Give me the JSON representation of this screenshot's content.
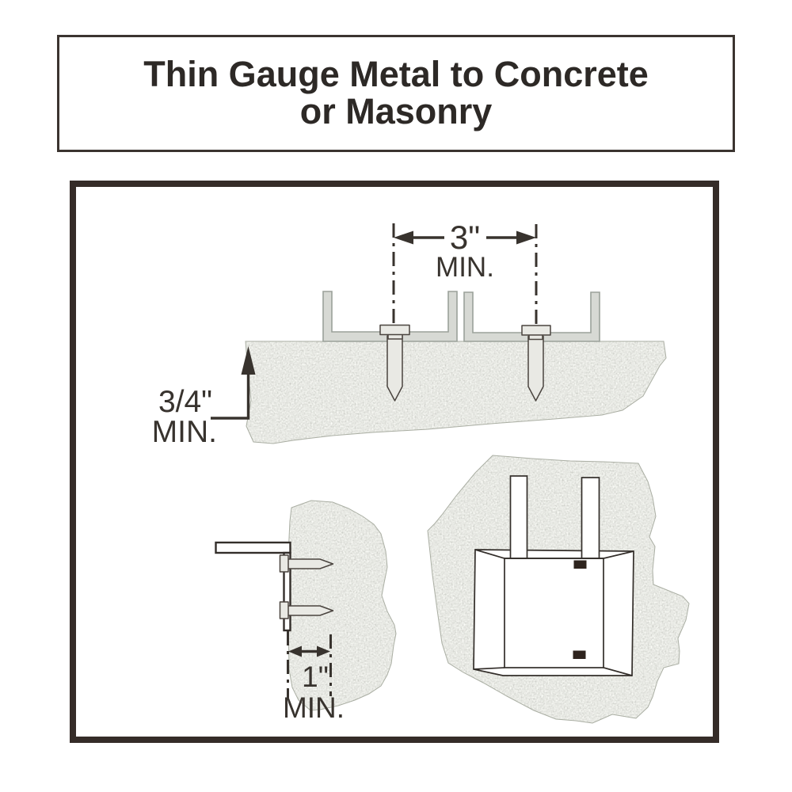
{
  "title": {
    "line1": "Thin Gauge Metal to Concrete",
    "line2": "or Masonry"
  },
  "dimensions": {
    "spacing": {
      "value": "3\"",
      "min": "MIN."
    },
    "embedment": {
      "value": "3/4\"",
      "min": "MIN."
    },
    "edge": {
      "value": "1\"",
      "min": "MIN."
    }
  },
  "colors": {
    "ink": "#38332e",
    "title_ink": "#2d2926",
    "frame_border": "#352c28",
    "title_border": "#3b3430",
    "concrete_base": "#c8cbc0",
    "chip_light": "#eff1e9",
    "fleck_dark": "#8e9287",
    "channel_fill": "#d7d9d4",
    "channel_stroke": "#9ba19a",
    "pin_fill": "#e9e9e4",
    "pin_stroke": "#4a443f",
    "line_dark": "#332e2a",
    "knockout": "#2e241e"
  }
}
